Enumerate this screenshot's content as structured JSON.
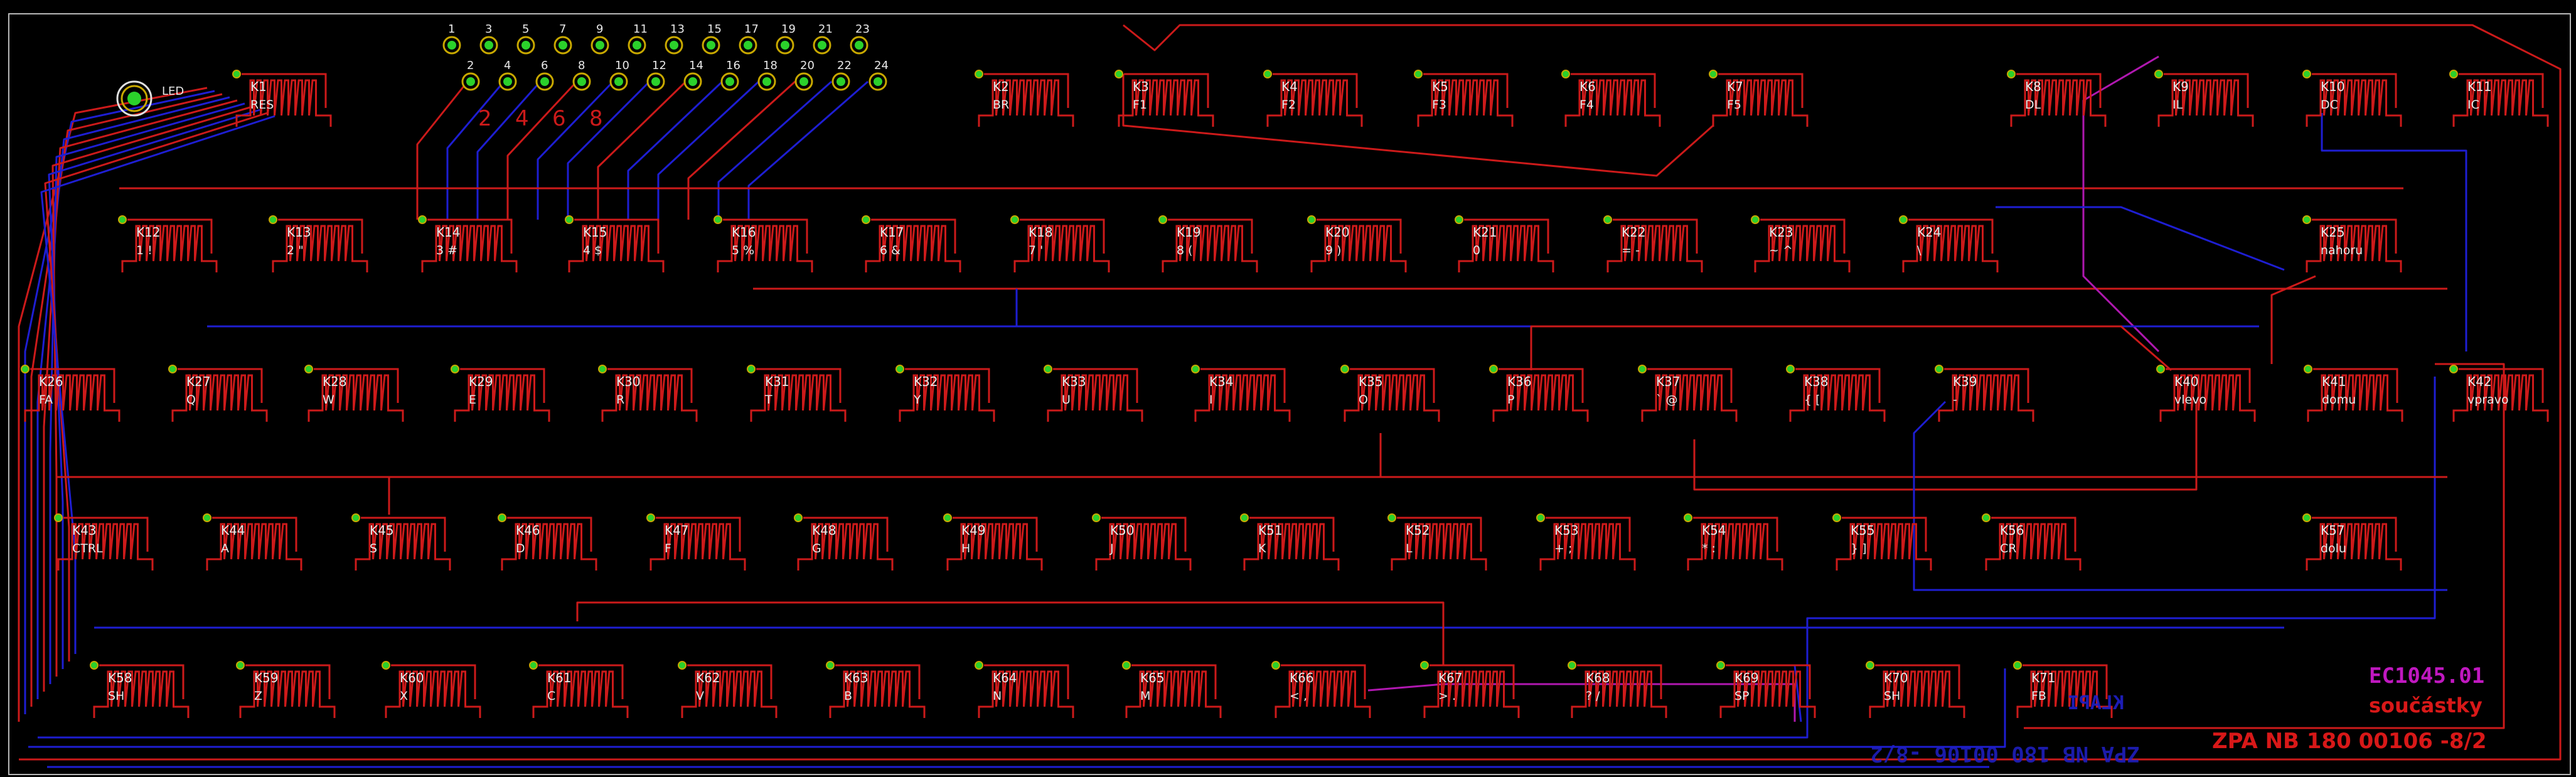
{
  "colors": {
    "background": "#000000",
    "outline": "#b8b8b8",
    "trace_top": "#cc1a1a",
    "trace_bottom": "#1e1ed2",
    "pad_ring": "#c8a800",
    "pad_fill": "#2bd12b",
    "silk_magenta": "#c018c0"
  },
  "led": {
    "label": "LED"
  },
  "connector": {
    "top_pins": [
      "1",
      "3",
      "5",
      "7",
      "9",
      "11",
      "13",
      "15",
      "17",
      "19",
      "21",
      "23"
    ],
    "bottom_pins": [
      "2",
      "4",
      "6",
      "8",
      "10",
      "12",
      "14",
      "16",
      "18",
      "20",
      "22",
      "24"
    ],
    "big_labels": [
      "2",
      "4",
      "6",
      "8"
    ]
  },
  "keys": [
    {
      "id": "K1",
      "label": "RES"
    },
    {
      "id": "K2",
      "label": "BR"
    },
    {
      "id": "K3",
      "label": "F1"
    },
    {
      "id": "K4",
      "label": "F2"
    },
    {
      "id": "K5",
      "label": "F3"
    },
    {
      "id": "K6",
      "label": "F4"
    },
    {
      "id": "K7",
      "label": "F5"
    },
    {
      "id": "K8",
      "label": "DL"
    },
    {
      "id": "K9",
      "label": "IL"
    },
    {
      "id": "K10",
      "label": "DC"
    },
    {
      "id": "K11",
      "label": "IC"
    },
    {
      "id": "K12",
      "label": "1 !"
    },
    {
      "id": "K13",
      "label": "2 \""
    },
    {
      "id": "K14",
      "label": "3 #"
    },
    {
      "id": "K15",
      "label": "4 $"
    },
    {
      "id": "K16",
      "label": "5 %"
    },
    {
      "id": "K17",
      "label": "6 &"
    },
    {
      "id": "K18",
      "label": "7 '"
    },
    {
      "id": "K19",
      "label": "8 ("
    },
    {
      "id": "K20",
      "label": "9 )"
    },
    {
      "id": "K21",
      "label": "0"
    },
    {
      "id": "K22",
      "label": "= -"
    },
    {
      "id": "K23",
      "label": "~ ^"
    },
    {
      "id": "K24",
      "label": "\\"
    },
    {
      "id": "K25",
      "label": "nahoru"
    },
    {
      "id": "K26",
      "label": "FA"
    },
    {
      "id": "K27",
      "label": "Q"
    },
    {
      "id": "K28",
      "label": "W"
    },
    {
      "id": "K29",
      "label": "E"
    },
    {
      "id": "K30",
      "label": "R"
    },
    {
      "id": "K31",
      "label": "T"
    },
    {
      "id": "K32",
      "label": "Y"
    },
    {
      "id": "K33",
      "label": "U"
    },
    {
      "id": "K34",
      "label": "I"
    },
    {
      "id": "K35",
      "label": "O"
    },
    {
      "id": "K36",
      "label": "P"
    },
    {
      "id": "K37",
      "label": "` @"
    },
    {
      "id": "K38",
      "label": "{ ["
    },
    {
      "id": "K39",
      "label": "-"
    },
    {
      "id": "K40",
      "label": "vlevo"
    },
    {
      "id": "K41",
      "label": "domu"
    },
    {
      "id": "K42",
      "label": "vpravo"
    },
    {
      "id": "K43",
      "label": "CTRL"
    },
    {
      "id": "K44",
      "label": "A"
    },
    {
      "id": "K45",
      "label": "S"
    },
    {
      "id": "K46",
      "label": "D"
    },
    {
      "id": "K47",
      "label": "F"
    },
    {
      "id": "K48",
      "label": "G"
    },
    {
      "id": "K49",
      "label": "H"
    },
    {
      "id": "K50",
      "label": "J"
    },
    {
      "id": "K51",
      "label": "K"
    },
    {
      "id": "K52",
      "label": "L"
    },
    {
      "id": "K53",
      "label": "+ ;"
    },
    {
      "id": "K54",
      "label": "* :"
    },
    {
      "id": "K55",
      "label": "} ]"
    },
    {
      "id": "K56",
      "label": "CR"
    },
    {
      "id": "K57",
      "label": "dolu"
    },
    {
      "id": "K58",
      "label": "SH"
    },
    {
      "id": "K59",
      "label": "Z"
    },
    {
      "id": "K60",
      "label": "X"
    },
    {
      "id": "K61",
      "label": "C"
    },
    {
      "id": "K62",
      "label": "V"
    },
    {
      "id": "K63",
      "label": "B"
    },
    {
      "id": "K64",
      "label": "N"
    },
    {
      "id": "K65",
      "label": "M"
    },
    {
      "id": "K66",
      "label": "< ,"
    },
    {
      "id": "K67",
      "label": "> ."
    },
    {
      "id": "K68",
      "label": "? /"
    },
    {
      "id": "K69",
      "label": "SP"
    },
    {
      "id": "K70",
      "label": "SH"
    },
    {
      "id": "K71",
      "label": "FB"
    }
  ],
  "silkscreen": {
    "board_id": "EC1045.01",
    "parts_label": "součástky",
    "drawing_number": "ZPA NB 180 00106 -8/2",
    "mirrored_name": "KLAPI",
    "mirrored_code": "ZPA NB 180 00106 -8/2"
  }
}
